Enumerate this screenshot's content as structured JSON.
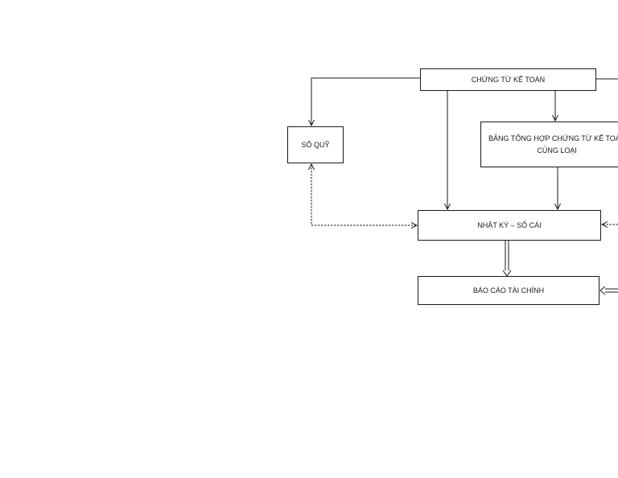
{
  "nodes": {
    "chung_tu": "CHỨNG TỪ KẾ TOÁN",
    "so_quy": "SỔ QUỸ",
    "bang_tong_hop_line1": "BẢNG TỔNG HỢP CHỨNG TỪ KẾ TOÁN",
    "bang_tong_hop_line2": "CÙNG LOẠI",
    "nhat_ky_so_cai": "NHẬT KÝ – SỔ CÁI",
    "bao_cao_tai_chinh": "BÁO CÁO TÀI CHÍNH"
  },
  "colors": {
    "stroke": "#1a1a1a",
    "background": "#ffffff"
  }
}
